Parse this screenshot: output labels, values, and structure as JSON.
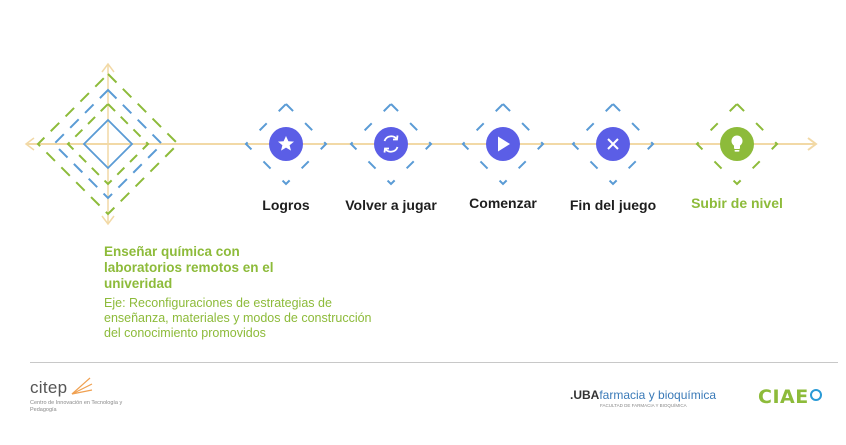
{
  "nav": {
    "items": [
      {
        "label": "Logros",
        "icon": "star-icon"
      },
      {
        "label": "Volver a jugar",
        "icon": "refresh-icon"
      },
      {
        "label": "Comenzar",
        "icon": "play-icon"
      },
      {
        "label": "Fin del juego",
        "icon": "close-icon"
      },
      {
        "label": "Subir de nivel",
        "icon": "lightbulb-icon"
      }
    ]
  },
  "content": {
    "title": "Enseñar química con laboratorios remotos en el univeridad",
    "subtitle": "Eje: Reconfiguraciones de estrategias de enseñanza, materiales y modos de construcción del conocimiento promovidos"
  },
  "footer": {
    "citep_name": "citep",
    "citep_tagline": "Centro de Innovación en Tecnología y Pedagogía",
    "uba_prefix": ".UBA",
    "uba_name": "farmacia y bioquímica",
    "uba_tagline": "FACULTAD DE FARMACIA Y BIOQUÍMICA",
    "ciaec_name": "CIAE"
  },
  "colors": {
    "accent_blue": "#5b5ee6",
    "accent_green": "#8dbb3a",
    "line": "#f2d9a6",
    "chevron_blue": "#5a9bd5"
  }
}
